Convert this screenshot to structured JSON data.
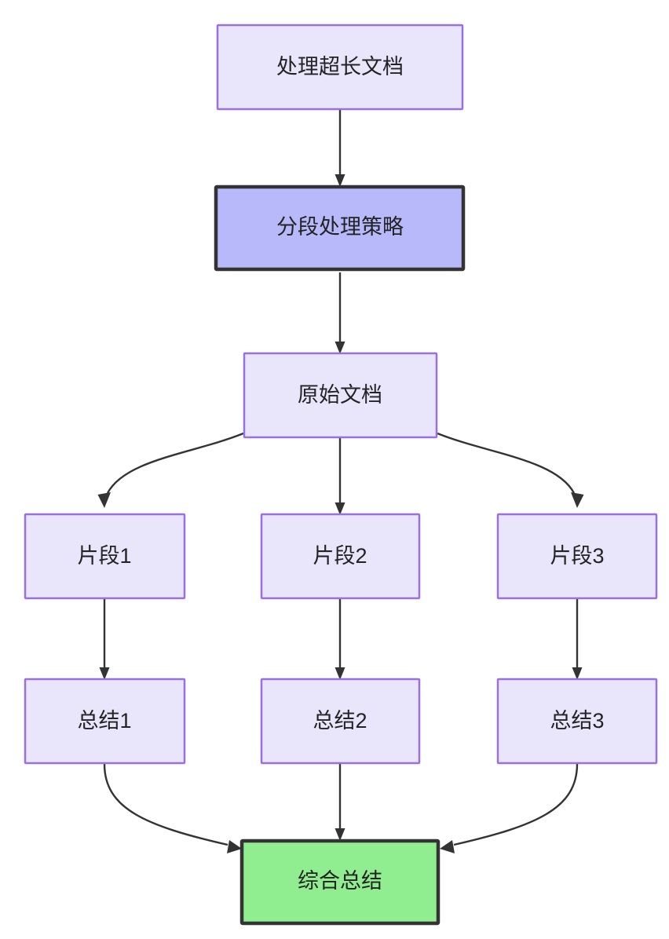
{
  "diagram": {
    "type": "flowchart",
    "direction": "top-to-bottom",
    "background": "#ffffff",
    "colors": {
      "node_fill_lavender": "#e9e6fc",
      "node_border_purple": "#9a70dc",
      "node_fill_periwinkle": "#b7b9fb",
      "node_border_dark": "#333333",
      "node_fill_green": "#90ee90",
      "edge_stroke": "#333333",
      "text": "#232323"
    },
    "nodes": [
      {
        "id": "n1",
        "label": "处理超长文档",
        "style": "lavender"
      },
      {
        "id": "n2",
        "label": "分段处理策略",
        "style": "periwinkle"
      },
      {
        "id": "n3",
        "label": "原始文档",
        "style": "lavender"
      },
      {
        "id": "f1",
        "label": "片段1",
        "style": "lavender"
      },
      {
        "id": "f2",
        "label": "片段2",
        "style": "lavender"
      },
      {
        "id": "f3",
        "label": "片段3",
        "style": "lavender"
      },
      {
        "id": "s1",
        "label": "总结1",
        "style": "lavender"
      },
      {
        "id": "s2",
        "label": "总结2",
        "style": "lavender"
      },
      {
        "id": "s3",
        "label": "总结3",
        "style": "lavender"
      },
      {
        "id": "final",
        "label": "综合总结",
        "style": "green"
      }
    ],
    "edges": [
      {
        "from": "n1",
        "to": "n2"
      },
      {
        "from": "n2",
        "to": "n3"
      },
      {
        "from": "n3",
        "to": "f1"
      },
      {
        "from": "n3",
        "to": "f2"
      },
      {
        "from": "n3",
        "to": "f3"
      },
      {
        "from": "f1",
        "to": "s1"
      },
      {
        "from": "f2",
        "to": "s2"
      },
      {
        "from": "f3",
        "to": "s3"
      },
      {
        "from": "s1",
        "to": "final"
      },
      {
        "from": "s2",
        "to": "final"
      },
      {
        "from": "s3",
        "to": "final"
      }
    ]
  }
}
